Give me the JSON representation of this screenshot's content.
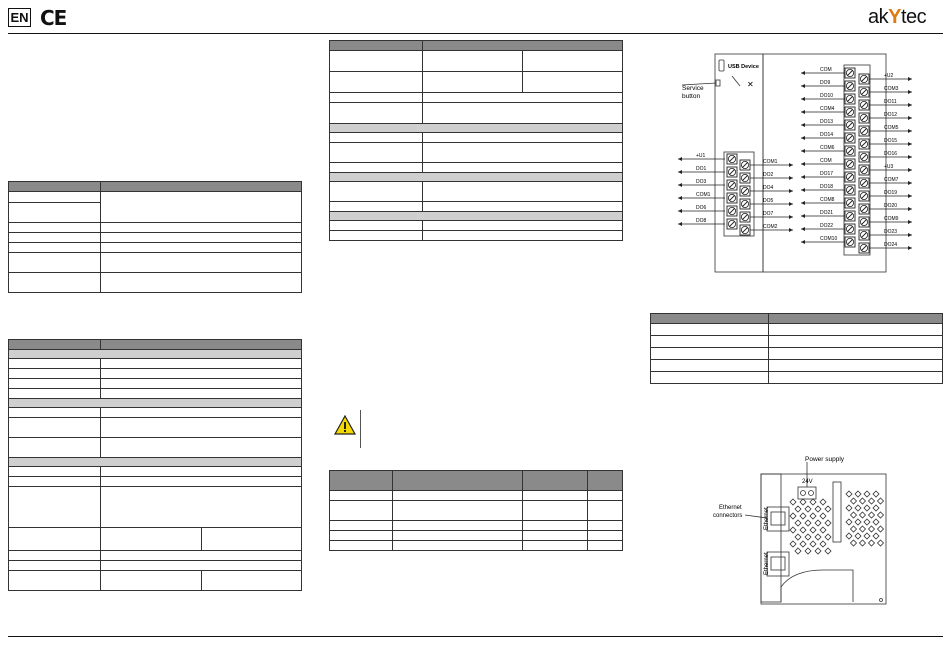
{
  "header": {
    "lang_badge": "EN",
    "ce_mark": "CE",
    "logo_prefix": "ak",
    "logo_mark": "Y",
    "logo_suffix": "tec"
  },
  "wiring_diagram": {
    "usb_label": "USB Device",
    "service_button_line1": "Service",
    "service_button_line2": "button",
    "left_block_labels": [
      "+U1",
      "DO1",
      "DO3",
      "COM1",
      "DO6",
      "DO8"
    ],
    "left_block_right_labels": [
      "COM1",
      "DO2",
      "DO4",
      "DO5",
      "DO7",
      "COM2"
    ],
    "right_block_left_labels": [
      "COM",
      "DO9",
      "DO10",
      "COM4",
      "DO13",
      "DO14",
      "COM6",
      "COM",
      "DO17",
      "DO18",
      "COM8",
      "DO21",
      "DO22",
      "COM10"
    ],
    "right_block_right_labels": [
      "+U2",
      "COM3",
      "DO11",
      "DO12",
      "COM5",
      "DO15",
      "DO16",
      "+U3",
      "COM7",
      "DO19",
      "DO20",
      "COM9",
      "DO23",
      "DO24"
    ]
  },
  "power_diagram": {
    "power_supply_label": "Power supply",
    "voltage_label": "24V",
    "ethernet_connectors_line1": "Ethernet",
    "ethernet_connectors_line2": "connectors",
    "ethernet_port_label": "Ethernet"
  }
}
